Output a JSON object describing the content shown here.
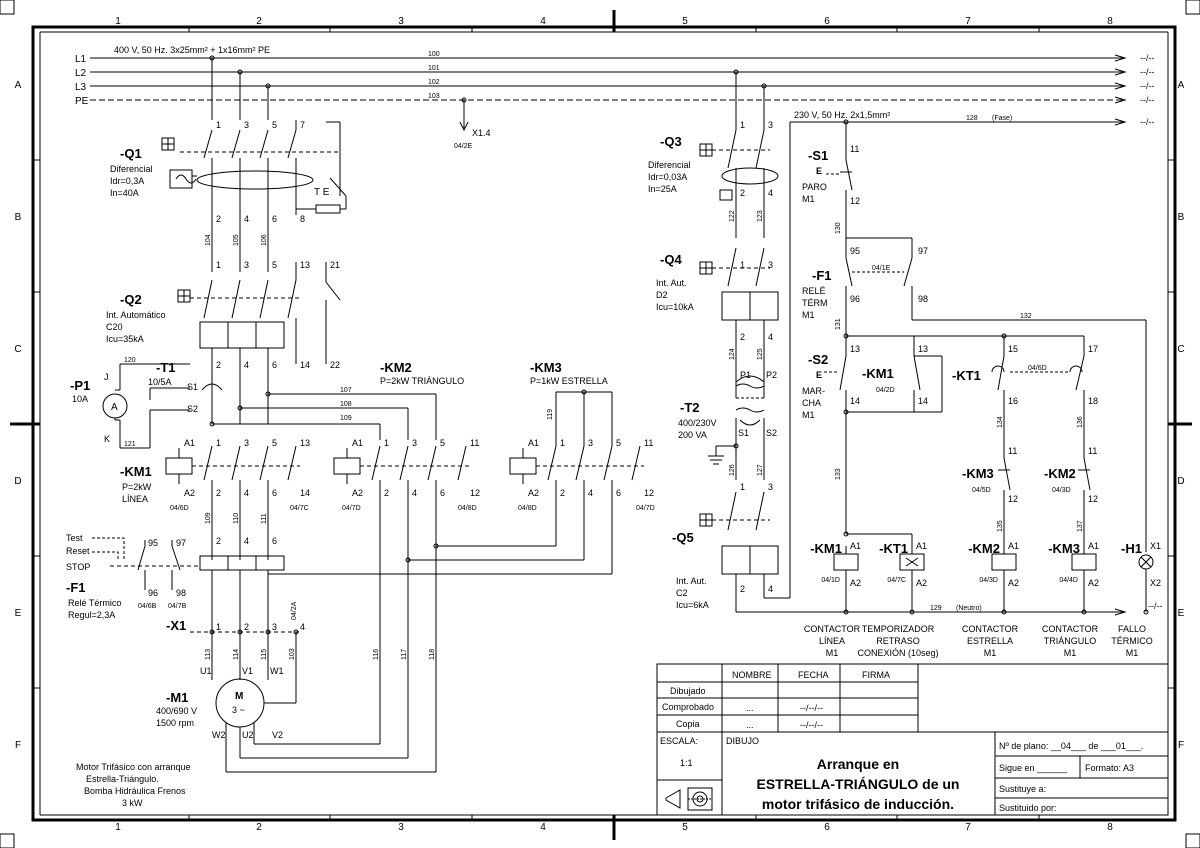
{
  "frame": {
    "cols": [
      "1",
      "2",
      "3",
      "4",
      "5",
      "6",
      "7",
      "8"
    ],
    "rows": [
      "A",
      "B",
      "C",
      "D",
      "E",
      "F"
    ]
  },
  "supply": {
    "spec": "400 V, 50 Hz. 3x25mm² + 1x16mm² PE",
    "lines": [
      "L1",
      "L2",
      "L3",
      "PE"
    ],
    "wires": [
      "100",
      "101",
      "102",
      "103"
    ],
    "continue": "--/--",
    "pe_ref": "X1.4",
    "pe_ref_page": "04/2E"
  },
  "power": {
    "q1": {
      "tag": "-Q1",
      "desc": [
        "Diferencial",
        "Idr=0,3A",
        "In=40A"
      ],
      "t_label": "T E"
    },
    "q2": {
      "tag": "-Q2",
      "desc": [
        "Int. Automático",
        "C20",
        "Icu=35kA"
      ]
    },
    "t1": {
      "tag": "-T1",
      "desc": "10/5A",
      "s1": "S1",
      "s2": "S2",
      "wire_a": "120",
      "wire_b": "121"
    },
    "p1": {
      "tag": "-P1",
      "desc": "10A",
      "symbol": "A",
      "j": "J",
      "k": "K"
    },
    "km1": {
      "tag": "-KM1",
      "desc": [
        "P=2kW",
        "LÍNEA"
      ],
      "ref": "04/6D",
      "ref2": "04/7C"
    },
    "km2": {
      "tag": "-KM2",
      "desc": "P=2kW TRIÁNGULO",
      "ref": "04/7D",
      "ref2": "04/8D"
    },
    "km3": {
      "tag": "-KM3",
      "desc": "P=1kW ESTRELLA",
      "ref": "04/8D",
      "ref2": "04/7D",
      "wire": "119"
    },
    "f1": {
      "tag": "-F1",
      "desc": [
        "Relé Térmico",
        "Regul=2,3A"
      ],
      "test": "Test",
      "reset": "Reset",
      "stop": "STOP",
      "ref": "04/6B",
      "ref2": "04/7B"
    },
    "x1": {
      "tag": "-X1",
      "ref": "04/2A"
    },
    "m1": {
      "tag": "-M1",
      "desc": [
        "400/690 V",
        "1500 rpm"
      ],
      "symbol": "M",
      "phase": "3 ~",
      "u1": "U1",
      "v1": "V1",
      "w1": "W1",
      "w2": "W2",
      "u2": "U2",
      "v2": "V2"
    },
    "note": [
      "Motor Trifásico con arranque",
      "Estrella-Triángulo.",
      "Bomba Hidráulica Frenos",
      "3 kW"
    ],
    "wires_main": [
      "104",
      "105",
      "106"
    ],
    "wires_km": [
      "107",
      "108",
      "109"
    ],
    "wires_mid": [
      "109",
      "110",
      "111"
    ],
    "wires_mot": [
      "113",
      "114",
      "115",
      "103"
    ],
    "wires_ret": [
      "116",
      "117",
      "118"
    ]
  },
  "control": {
    "spec": "230 V, 50 Hz. 2x1,5mm²",
    "fase_wire": "128",
    "fase": "(Fase)",
    "neutro_wire": "129",
    "neutro": "(Neutro)",
    "q3": {
      "tag": "-Q3",
      "desc": [
        "Diferencial",
        "Idr=0,03A",
        "In=25A"
      ],
      "wires": [
        "122",
        "123"
      ]
    },
    "q4": {
      "tag": "-Q4",
      "desc": [
        "Int. Aut.",
        "D2",
        "Icu=10kA"
      ],
      "wires": [
        "124",
        "125"
      ]
    },
    "t2": {
      "tag": "-T2",
      "desc": [
        "400/230V",
        "200 VA"
      ],
      "p1": "P1",
      "p2": "P2",
      "s1": "S1",
      "s2": "S2",
      "wires": [
        "126",
        "127"
      ]
    },
    "q5": {
      "tag": "-Q5",
      "desc": [
        "Int. Aut.",
        "C2",
        "Icu=6kA"
      ]
    },
    "s1": {
      "tag": "-S1",
      "desc": [
        "PARO",
        "M1"
      ],
      "e": "E"
    },
    "f1": {
      "tag": "-F1",
      "desc": [
        "RELÉ",
        "TÉRM",
        "M1"
      ],
      "ref": "04/1E"
    },
    "s2": {
      "tag": "-S2",
      "desc": [
        "MAR-",
        "CHA",
        "M1"
      ],
      "e": "E"
    },
    "km1": {
      "tag": "-KM1",
      "ref": "04/2D"
    },
    "kt1": {
      "tag": "-KT1",
      "ref": "04/6D"
    },
    "km3": {
      "tag": "-KM3",
      "ref": "04/5D"
    },
    "km2": {
      "tag": "-KM2",
      "ref": "04/3D"
    },
    "wires": [
      "130",
      "131",
      "132",
      "133",
      "134",
      "135",
      "136",
      "137"
    ],
    "coils": [
      {
        "tag": "-KM1",
        "ref": "04/1D",
        "label": [
          "CONTACTOR",
          "LÍNEA",
          "M1"
        ]
      },
      {
        "tag": "-KT1",
        "ref": "04/7C",
        "label": [
          "TEMPORIZADOR",
          "RETRASO",
          "CONEXIÓN (10seg)"
        ]
      },
      {
        "tag": "-KM2",
        "ref": "04/3D",
        "label": [
          "CONTACTOR",
          "ESTRELLA",
          "M1"
        ]
      },
      {
        "tag": "-KM3",
        "ref": "04/4D",
        "label": [
          "CONTACTOR",
          "TRIÁNGULO",
          "M1"
        ]
      },
      {
        "tag": "-H1",
        "ref": "",
        "label": [
          "FALLO",
          "TÉRMICO",
          "M1"
        ]
      }
    ]
  },
  "title_block": {
    "headers": [
      "NOMBRE",
      "FECHA",
      "FIRMA"
    ],
    "rows": [
      "Dibujado",
      "Comprobado",
      "Copia"
    ],
    "dots": "...",
    "date_blank": "--/--/--",
    "escala_label": "ESCALA:",
    "escala": "1:1",
    "dibujo": "DIBUJO",
    "title": [
      "Arranque en",
      "ESTRELLA-TRIÁNGULO de un",
      "motor trifásico de inducción."
    ],
    "plano": "Nº de plano: __04___ de ___01___.",
    "sigue": "Sigue en ______",
    "formato": "Formato: A3",
    "sustituye": "Sustituye a:",
    "sustituido": "Sustituido por:"
  }
}
